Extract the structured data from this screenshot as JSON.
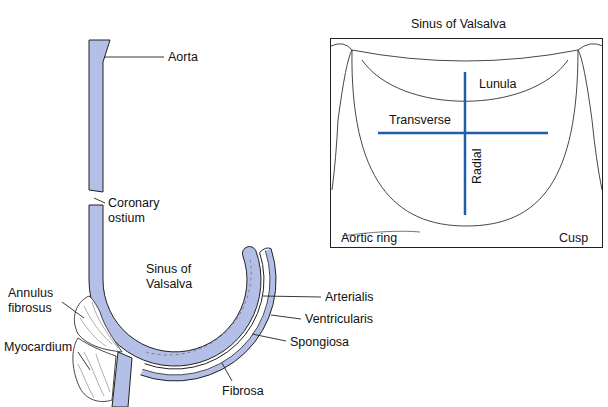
{
  "diagram": {
    "nodes": [
      {
        "text": [
          "Sinus of Valsalva",
          "Lunula",
          "Transverse",
          "Radial",
          "Aortic ring",
          "Cusp"
        ]
      }
    ],
    "labels": [
      "Aorta",
      "Coronary ostium",
      "Annulus fibrosus",
      "Sinus of Valsalva",
      "Arterialis",
      "Ventricularis",
      "Spongiosa",
      "Myocardium",
      "Fibrosa"
    ]
  }
}
